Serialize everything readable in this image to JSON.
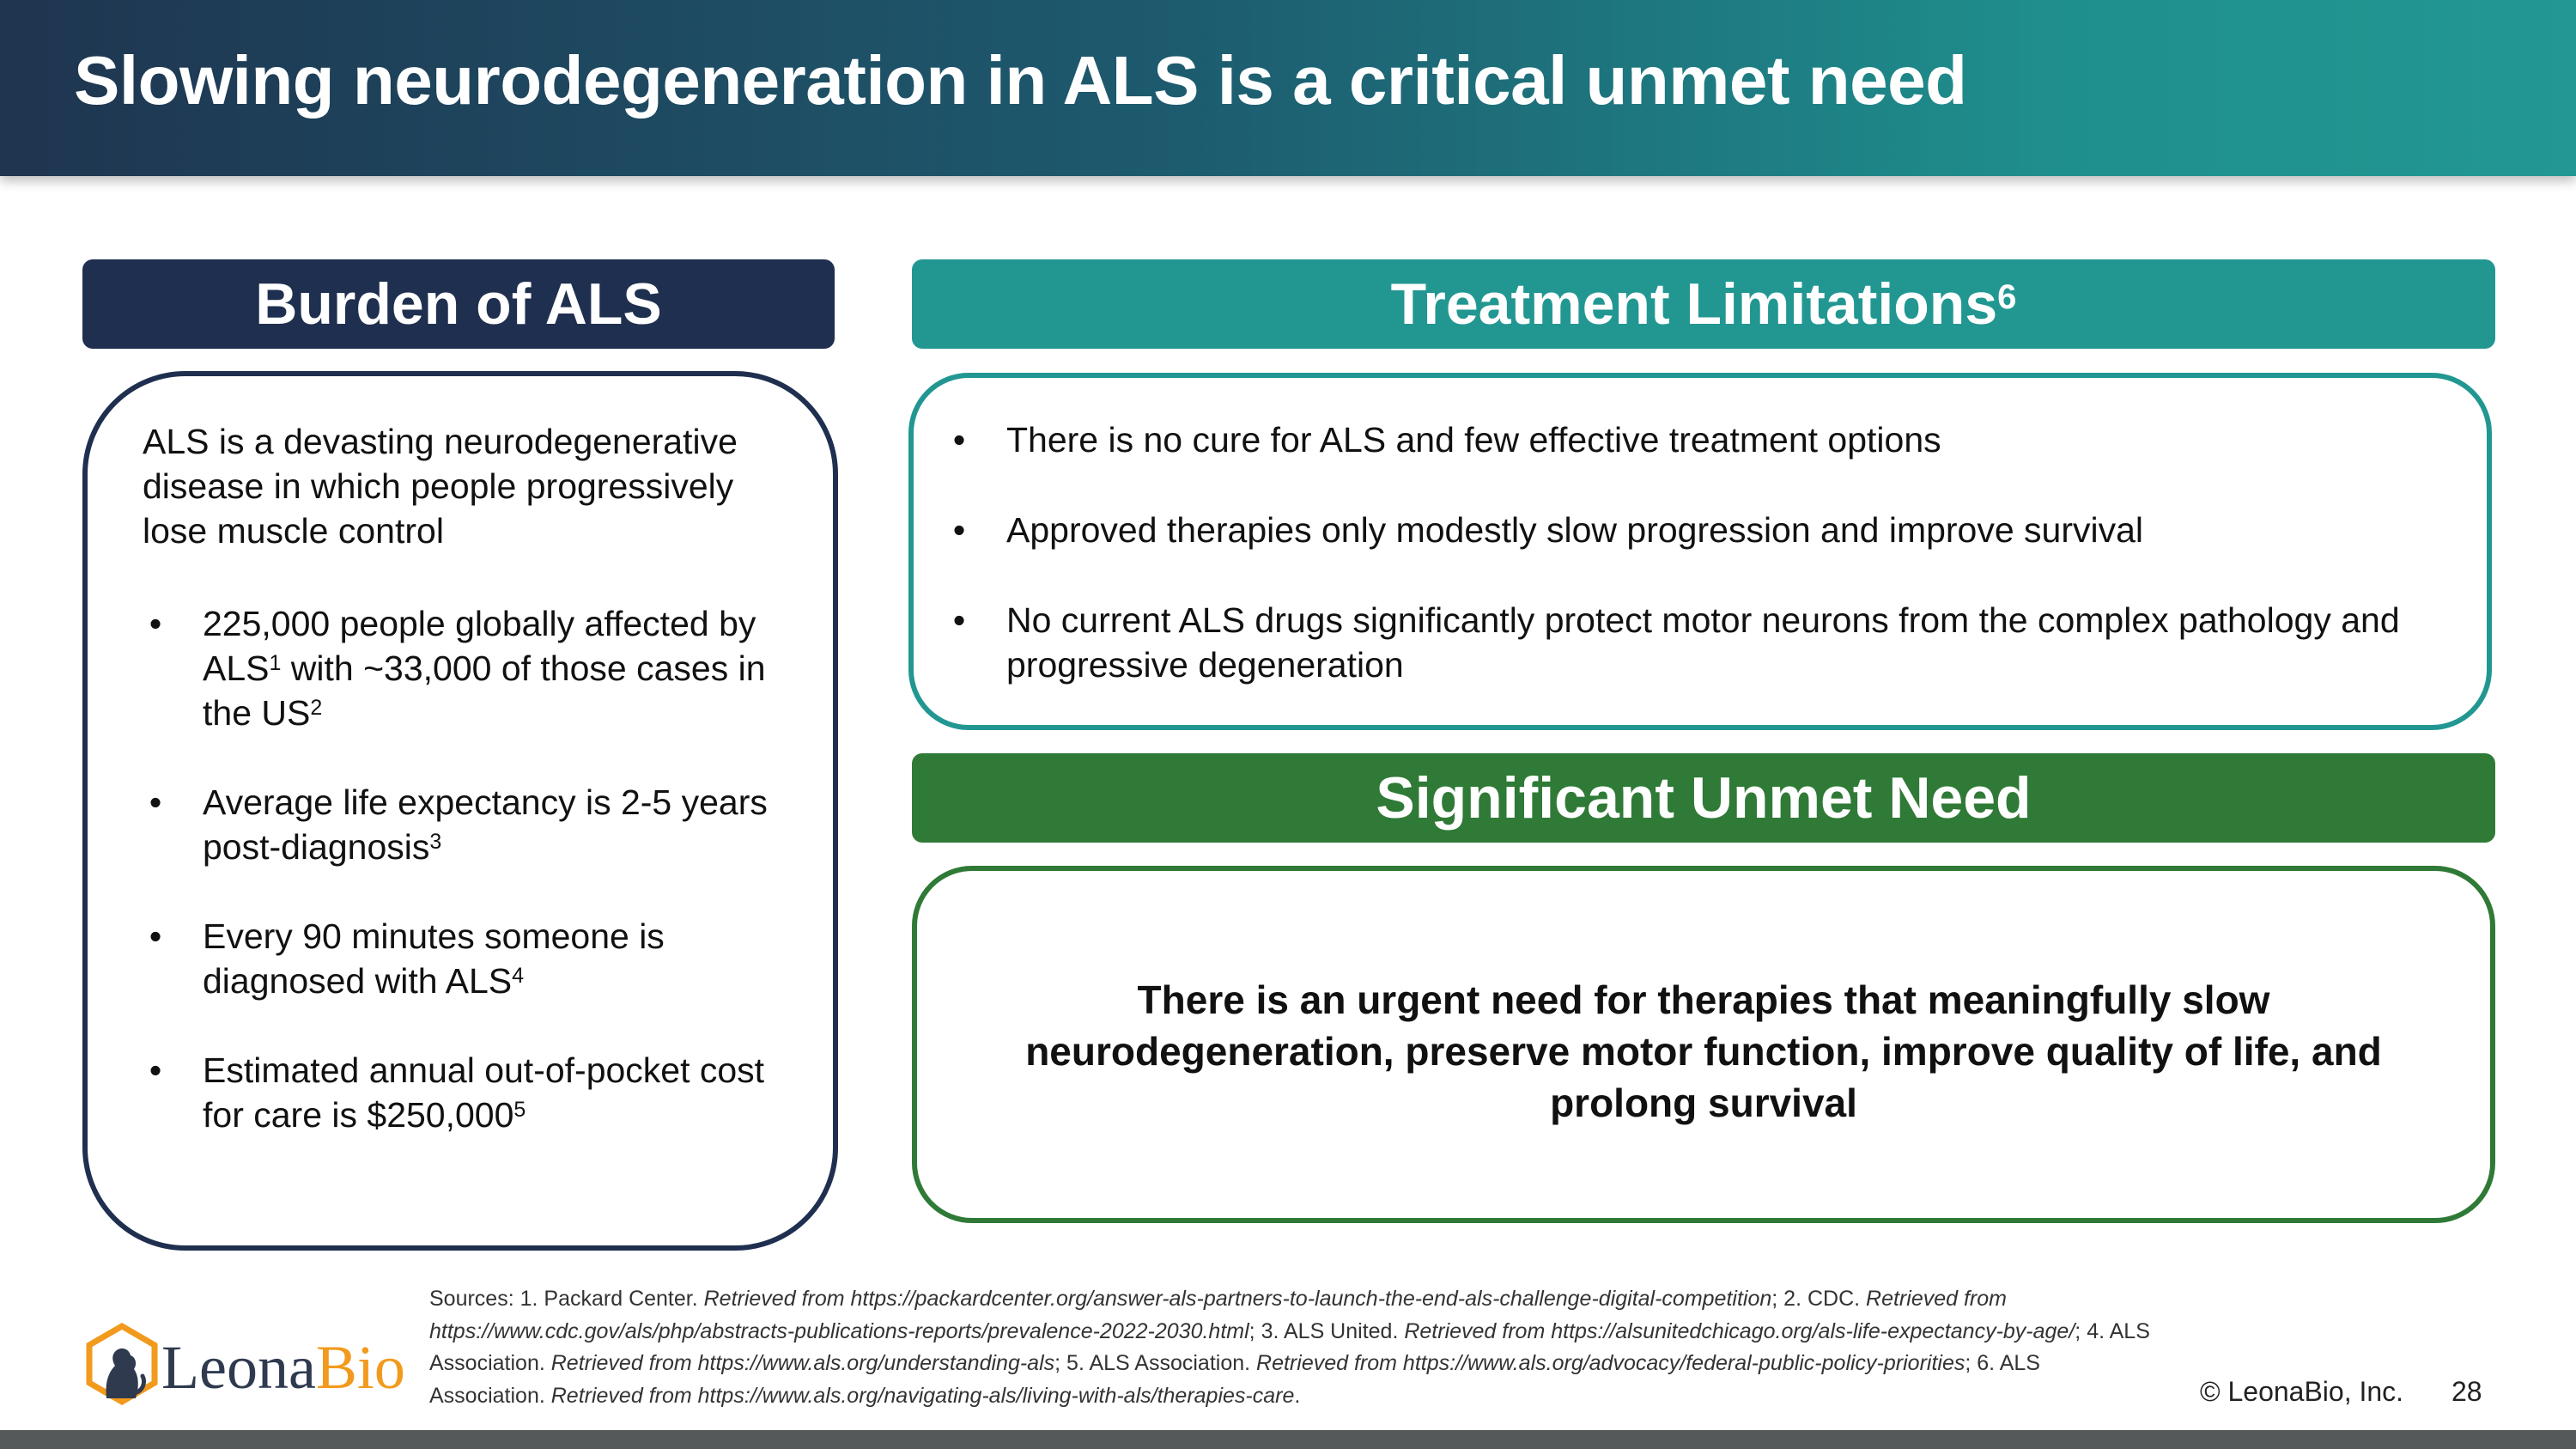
{
  "title": "Slowing neurodegeneration in ALS is a critical unmet need",
  "burden": {
    "header": "Burden of ALS",
    "intro": "ALS is a devasting neurodegenerative disease in which people progressively lose muscle control",
    "bullet_glyph": "•",
    "bullets": [
      {
        "parts": [
          "225,000 people globally affected by ALS",
          "1",
          " with ~33,000 of those cases in the US",
          "2"
        ]
      },
      {
        "parts": [
          "Average life expectancy is 2-5 years post-diagnosis",
          "3"
        ]
      },
      {
        "parts": [
          "Every 90 minutes someone is diagnosed with ALS",
          "4"
        ]
      },
      {
        "parts": [
          "Estimated annual out-of-pocket cost for care is $250,000",
          "5"
        ]
      }
    ]
  },
  "treatment": {
    "header": "Treatment Limitations",
    "header_sup": "6",
    "bullets": [
      "There is no cure for ALS and few effective treatment options",
      "Approved therapies only modestly slow progression and improve survival",
      "No current ALS drugs significantly protect motor neurons from the complex pathology and progressive degeneration"
    ]
  },
  "unmet": {
    "header": "Significant Unmet Need",
    "statement": "There is an urgent need for therapies that meaningfully slow neurodegeneration, preserve motor function, improve quality of life, and prolong survival"
  },
  "sources": {
    "label": "Sources: ",
    "items": [
      {
        "num": "1. ",
        "org": "Packard Center. ",
        "retrieved": "Retrieved from https://packardcenter.org/answer-als-partners-to-launch-the-end-als-challenge-digital-competition",
        "sep": "; "
      },
      {
        "num": "2. ",
        "org": "CDC. ",
        "retrieved": "Retrieved from https://www.cdc.gov/als/php/abstracts-publications-reports/prevalence-2022-2030.html",
        "sep": "; "
      },
      {
        "num": "3. ",
        "org": "ALS United. ",
        "retrieved": "Retrieved from https://alsunitedchicago.org/als-life-expectancy-by-age/",
        "sep": ";  "
      },
      {
        "num": "4. ",
        "org": "ALS Association. ",
        "retrieved": "Retrieved from https://www.als.org/understanding-als",
        "sep": "; "
      },
      {
        "num": "5. ",
        "org": "ALS Association. ",
        "retrieved": "Retrieved from https://www.als.org/advocacy/federal-public-policy-priorities",
        "sep": "; "
      },
      {
        "num": "6. ",
        "org": "ALS Association. ",
        "retrieved": "Retrieved from https://www.als.org/navigating-als/living-with-als/therapies-care",
        "sep": "."
      }
    ]
  },
  "footer": {
    "copyright": "© LeonaBio, Inc.",
    "page_number": "28",
    "logo_text_dark": "Leona",
    "logo_text_accent": "Bio",
    "logo_icon": "lion-hexagon-icon"
  },
  "colors": {
    "title_gradient_start": "#1f3550",
    "title_gradient_end": "#229793",
    "navy": "#1f2f4f",
    "teal": "#229792",
    "green": "#2f7a36",
    "logo_orange": "#f29a1d"
  }
}
